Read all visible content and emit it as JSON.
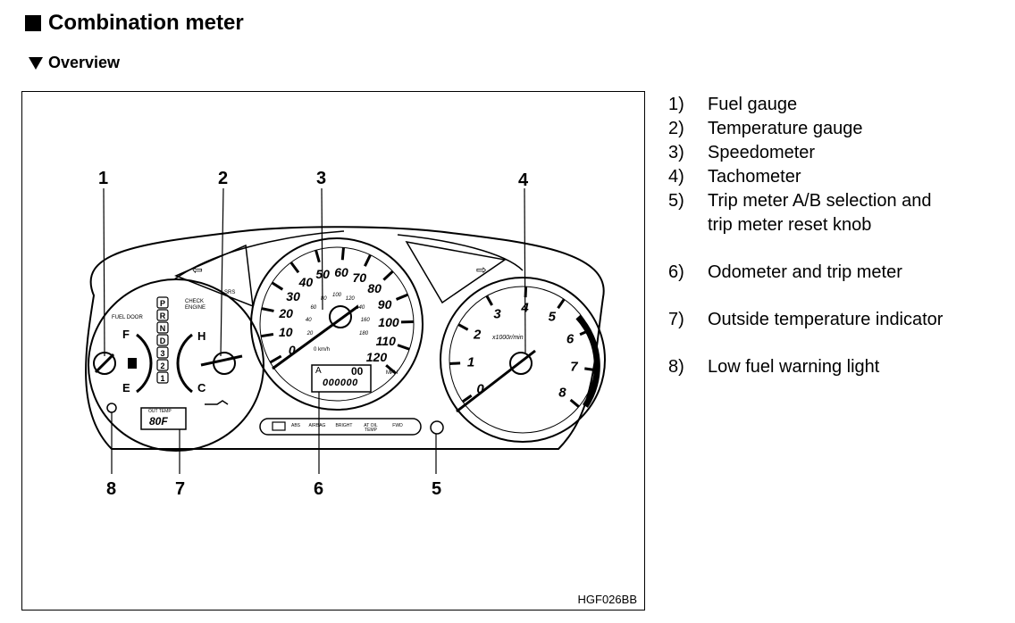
{
  "page": {
    "title": "Combination meter",
    "subtitle": "Overview"
  },
  "figure": {
    "code": "HGF026BB",
    "callouts_top": [
      "1",
      "2",
      "3",
      "4"
    ],
    "callouts_bottom": [
      "8",
      "7",
      "6",
      "5"
    ],
    "fuel": {
      "full": "F",
      "empty": "E",
      "door_label": "FUEL DOOR"
    },
    "temp": {
      "hot": "H",
      "cold": "C"
    },
    "shift": [
      "P",
      "R",
      "N",
      "D",
      "3",
      "2",
      "1"
    ],
    "check_engine": "CHECK ENGINE",
    "speedo": {
      "mph": [
        "0",
        "10",
        "20",
        "30",
        "40",
        "50",
        "60",
        "70",
        "80",
        "90",
        "100",
        "110",
        "120"
      ],
      "kmh": [
        "20",
        "40",
        "60",
        "80",
        "100",
        "120",
        "140",
        "160",
        "180"
      ],
      "unit_mph": "MPH",
      "unit_kmh": "0 km/h"
    },
    "tacho": {
      "marks": [
        "0",
        "1",
        "2",
        "3",
        "4",
        "5",
        "6",
        "7",
        "8"
      ],
      "unit": "x1000r/min"
    },
    "odometer": {
      "trip": "A",
      "trip_value": "00",
      "odo_value": "000000"
    },
    "out_temp": {
      "label": "OUT TEMP",
      "value": "80F"
    },
    "warnings": [
      "ABS",
      "AIRBAG",
      "BRIGHT",
      "AT OIL TEMP",
      "FWD"
    ],
    "srs": "SRS"
  },
  "legend": [
    {
      "num": "1)",
      "text": "Fuel gauge"
    },
    {
      "num": "2)",
      "text": "Temperature gauge"
    },
    {
      "num": "3)",
      "text": "Speedometer"
    },
    {
      "num": "4)",
      "text": "Tachometer"
    },
    {
      "num": "5)",
      "text": "Trip meter A/B selection and"
    },
    {
      "num": "",
      "text": "trip meter reset knob"
    },
    {
      "num": "6)",
      "text": "Odometer and trip meter"
    },
    {
      "num": "7)",
      "text": "Outside temperature indicator"
    },
    {
      "num": "8)",
      "text": "Low fuel warning light"
    }
  ]
}
